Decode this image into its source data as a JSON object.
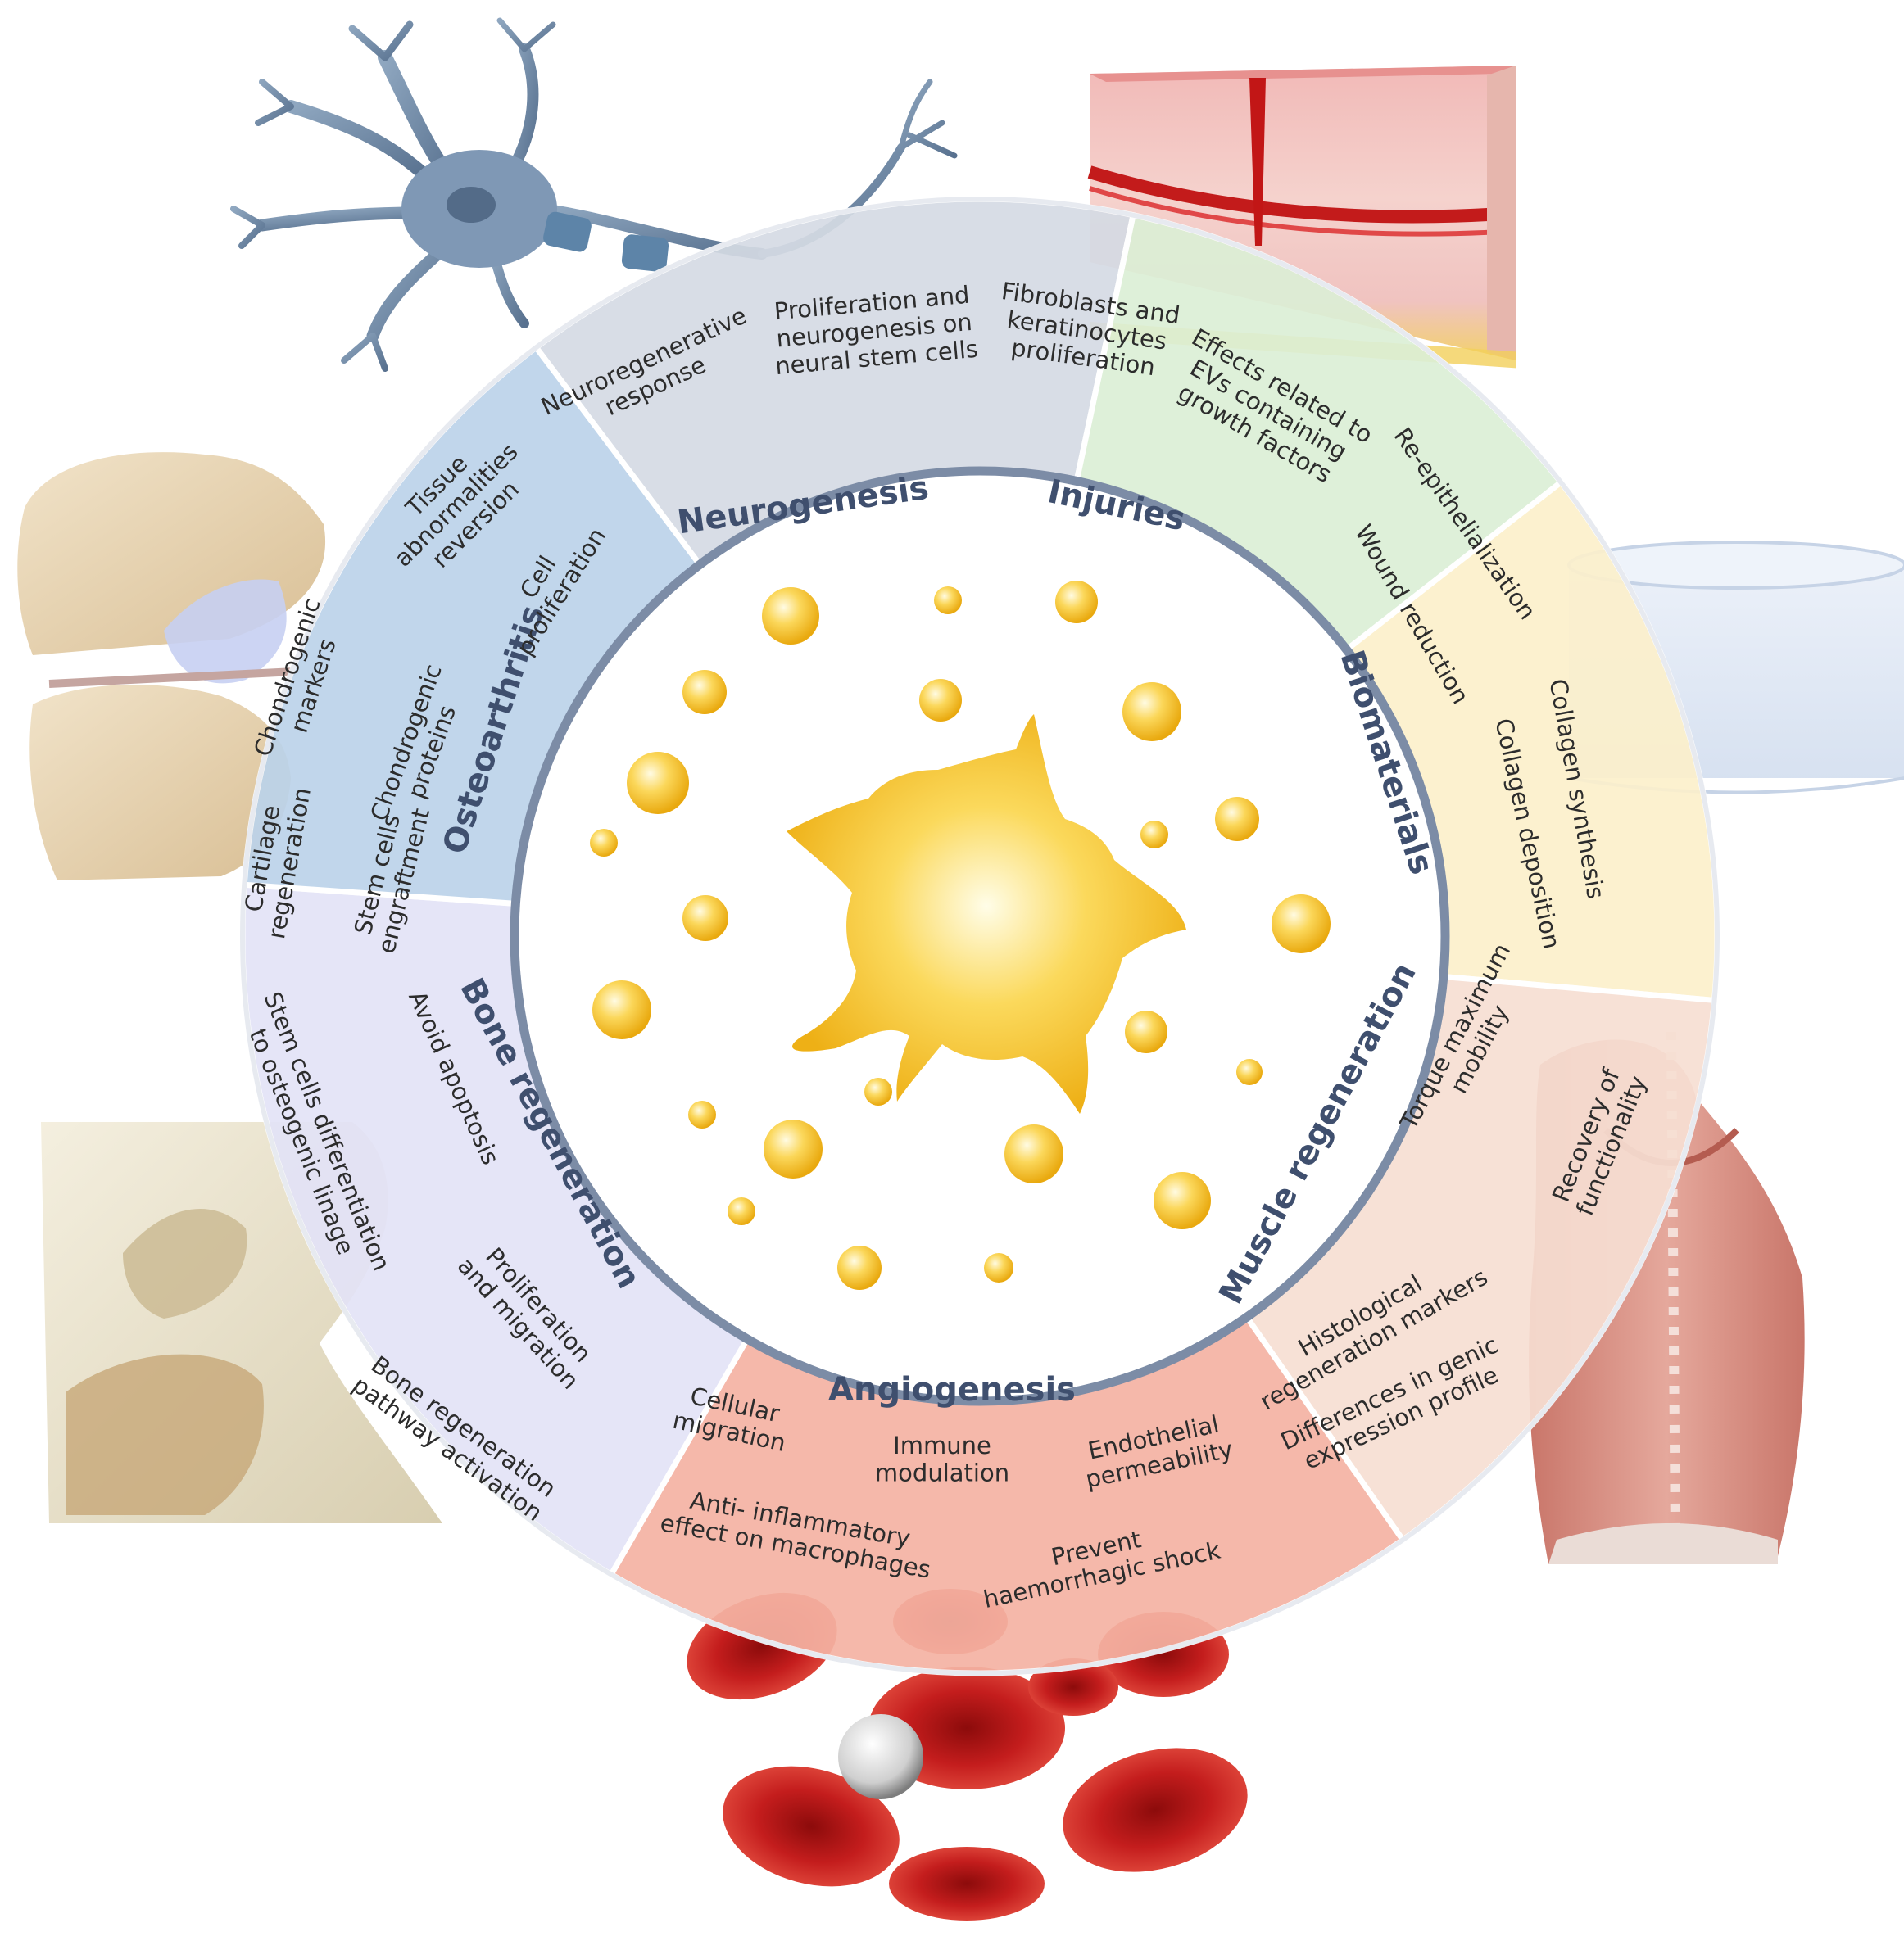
{
  "colors": {
    "ring_border": "#7c8ca6",
    "inner_fill": "#ffffff",
    "vesicle": "#f7c83a",
    "cell": "#f5c228",
    "title_text": "#3f4f6e",
    "item_text": "#2c2c2c",
    "neurogenesis": "#d5dbe4",
    "injuries": "#dcefd6",
    "biomaterials": "#fcf0cc",
    "muscle_regeneration": "#f7dfd3",
    "angiogenesis": "#f5b3a3",
    "bone_regeneration": "#e3e3f7",
    "osteoarthritis": "#bcd3ea"
  },
  "segments": [
    {
      "key": "neurogenesis",
      "title": "Neurogenesis",
      "items": [
        [
          "Neuroregenerative",
          "response"
        ],
        [
          "Proliferation and",
          "neurogenesis on",
          "neural stem cells"
        ]
      ]
    },
    {
      "key": "injuries",
      "title": "Injuries",
      "items": [
        [
          "Fibroblasts and",
          "keratinocytes",
          "proliferation"
        ],
        [
          "Effects related to",
          "EVs containing",
          "growth factors"
        ]
      ]
    },
    {
      "key": "biomaterials",
      "title": "Biomaterials",
      "items": [
        [
          "Re-epithelialization"
        ],
        [
          "Wound reduction"
        ],
        [
          "Collagen synthesis"
        ],
        [
          "Collagen deposition"
        ]
      ]
    },
    {
      "key": "muscle_regeneration",
      "title": "Muscle regeneration",
      "items": [
        [
          "Torque maximum",
          "mobility"
        ],
        [
          "Recovery of",
          "functionality"
        ],
        [
          "Histological",
          "regeneration markers"
        ],
        [
          "Differences in genic",
          "expression profile"
        ]
      ]
    },
    {
      "key": "angiogenesis",
      "title": "Angiogenesis",
      "items": [
        [
          "Cellular",
          "migration"
        ],
        [
          "Immune",
          "modulation"
        ],
        [
          "Endothelial",
          "permeability"
        ],
        [
          "Anti- inflammatory",
          "effect on macrophages"
        ],
        [
          "Prevent",
          "haemorrhagic shock"
        ]
      ]
    },
    {
      "key": "bone_regeneration",
      "title": "Bone regeneration",
      "items": [
        [
          "Avoid apoptosis"
        ],
        [
          "Stem cells  differentiation",
          "to osteogenic linage"
        ],
        [
          "Proliferation",
          "and migration"
        ],
        [
          "Bone regeneration",
          "pathway activation"
        ]
      ]
    },
    {
      "key": "osteoarthritis",
      "title": "Osteoarthritis",
      "items": [
        [
          "Tissue",
          "abnormalities",
          "reversion"
        ],
        [
          "Cell",
          "proliferation"
        ],
        [
          "Chondrogenic",
          "markers"
        ],
        [
          "Chondrogenic",
          "proteins"
        ],
        [
          "Cartilage",
          "regeneration"
        ],
        [
          "Stem cells",
          "engraftment"
        ]
      ]
    }
  ],
  "illustrations": [
    "neuron-illustration",
    "skin-wound-illustration",
    "biomaterial-disc-illustration",
    "back-muscles-illustration",
    "red-blood-cells-illustration",
    "bone-illustration",
    "knee-joint-illustration"
  ]
}
